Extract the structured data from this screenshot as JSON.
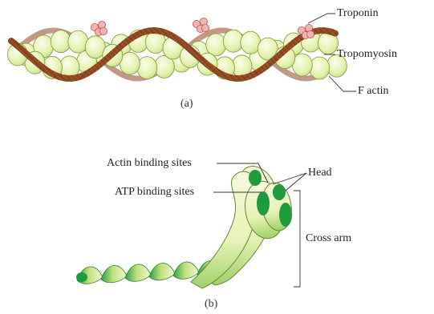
{
  "panel_a": {
    "caption": "(a)",
    "labels": {
      "troponin": "Troponin",
      "tropomyosin": "Tropomyosin",
      "f_actin": "F actin"
    }
  },
  "panel_b": {
    "caption": "(b)",
    "labels": {
      "actin_binding_sites": "Actin binding sites",
      "atp_binding_sites": "ATP binding sites",
      "head": "Head",
      "cross_arm": "Cross arm"
    }
  },
  "colors": {
    "actin_fill": "#e6f4b4",
    "actin_stroke": "#7f9a3a",
    "tropomyosin": "#b7683a",
    "troponin": "#f2b3b3",
    "myosin_dark": "#1f9a3c",
    "myosin_light": "#f3f8d2"
  }
}
